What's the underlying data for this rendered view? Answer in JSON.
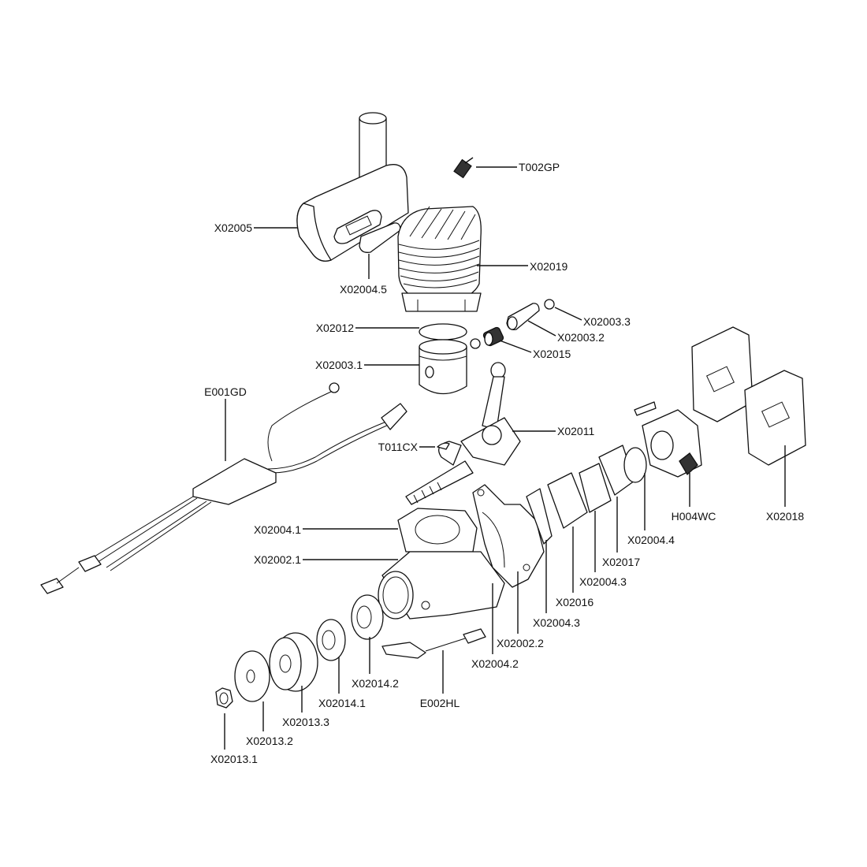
{
  "diagram": {
    "type": "exploded-parts-diagram",
    "ink_color": "#111111",
    "background": "#ffffff",
    "labels": {
      "spark_plug": "T002GP",
      "muffler": "X02005",
      "muffler_gasket": "X02004.5",
      "cylinder": "X02019",
      "circlip_right": "X02003.3",
      "piston_pin": "X02003.2",
      "piston_ring": "X02012",
      "needle_bearing": "X02015",
      "piston": "X02003.1",
      "ignition_module": "E001GD",
      "connecting_rod": "X02011",
      "woodruff_key": "T011CX",
      "carburetor": "H004WC",
      "engine_mount": "X02018",
      "cylinder_base_gasket": "X02004.1",
      "carb_gasket": "X02004.4",
      "crankcase_front": "X02002.1",
      "intake_manifold": "X02017",
      "reed_gasket_upper": "X02004.3",
      "reed_valve": "X02016",
      "reed_gasket_lower": "X02004.3",
      "crankcase_rear": "X02002.2",
      "crankcase_gasket": "X02004.2",
      "bearing_rear": "X02014.2",
      "hall_sensor": "E002HL",
      "bearing_front": "X02014.1",
      "prop_hub": "X02013.3",
      "prop_washer": "X02013.2",
      "prop_nut": "X02013.1"
    }
  }
}
